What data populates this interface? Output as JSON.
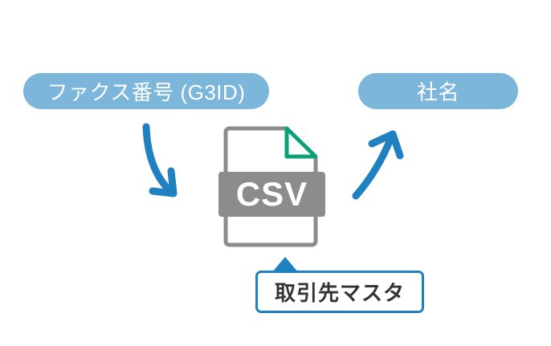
{
  "diagram": {
    "input_pill_label": "ファクス番号 (G3ID)",
    "output_pill_label": "社名",
    "file_type_text": "CSV",
    "callout_label": "取引先マスタ"
  },
  "icons": {
    "file": "csv-file-icon",
    "input_arrow": "curved-arrow-down-right-icon",
    "output_arrow": "curved-arrow-up-right-icon",
    "pointer": "callout-pointer-triangle"
  },
  "colors": {
    "pill-blue": "#7CB6DA",
    "arrow-blue": "#1F81C0",
    "doc-gray": "#8C8C8C",
    "fold-green": "#0DA17A",
    "pill-text": "#FFFFFF",
    "callout-text": "#333333"
  }
}
